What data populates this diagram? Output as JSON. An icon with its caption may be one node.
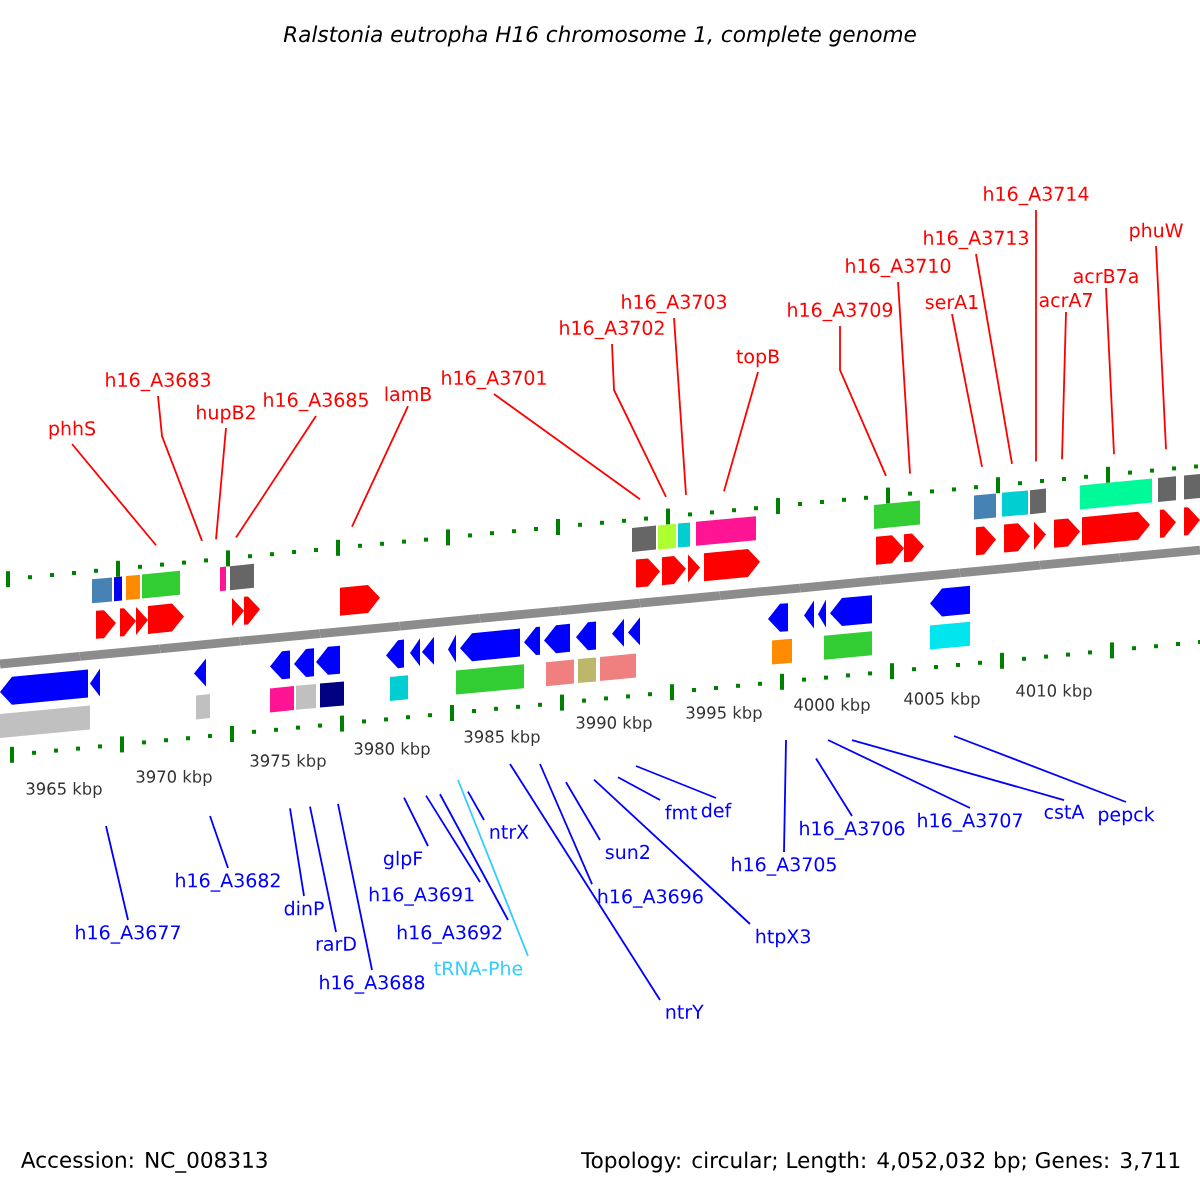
{
  "diagram": {
    "title": "Ralstonia eutropha H16 chromosome 1, complete genome",
    "nodes": [
      {
        "text": [
          "phhS"
        ]
      },
      {
        "text": [
          "h16_A3683"
        ]
      },
      {
        "text": [
          "hupB2"
        ]
      },
      {
        "text": [
          "h16_A3685"
        ]
      },
      {
        "text": [
          "lamB"
        ]
      },
      {
        "text": [
          "h16_A3701"
        ]
      },
      {
        "text": [
          "h16_A3702"
        ]
      },
      {
        "text": [
          "h16_A3703"
        ]
      },
      {
        "text": [
          "topB"
        ]
      },
      {
        "text": [
          "h16_A3709"
        ]
      },
      {
        "text": [
          "h16_A3710"
        ]
      },
      {
        "text": [
          "serA1"
        ]
      },
      {
        "text": [
          "h16_A3713"
        ]
      },
      {
        "text": [
          "h16_A3714"
        ]
      },
      {
        "text": [
          "acrA7"
        ]
      },
      {
        "text": [
          "acrB7a"
        ]
      },
      {
        "text": [
          "phuW"
        ]
      },
      {
        "text": [
          "h16_A3677"
        ]
      },
      {
        "text": [
          "h16_A3682"
        ]
      },
      {
        "text": [
          "dinP"
        ]
      },
      {
        "text": [
          "rarD"
        ]
      },
      {
        "text": [
          "h16_A3688"
        ]
      },
      {
        "text": [
          "glpF"
        ]
      },
      {
        "text": [
          "ntrX"
        ]
      },
      {
        "text": [
          "h16_A3691"
        ]
      },
      {
        "text": [
          "h16_A3692"
        ]
      },
      {
        "text": [
          "tRNA-Phe"
        ]
      },
      {
        "text": [
          "ntrY"
        ]
      },
      {
        "text": [
          "h16_A3696"
        ]
      },
      {
        "text": [
          "sun2"
        ]
      },
      {
        "text": [
          "htpX3"
        ]
      },
      {
        "text": [
          "fmt"
        ]
      },
      {
        "text": [
          "def"
        ]
      },
      {
        "text": [
          "h16_A3705"
        ]
      },
      {
        "text": [
          "h16_A3706"
        ]
      },
      {
        "text": [
          "h16_A3707"
        ]
      },
      {
        "text": [
          "cstA"
        ]
      },
      {
        "text": [
          "pepck"
        ]
      }
    ],
    "edges": [
      {
        "from": 0,
        "to": null,
        "arrow": "none",
        "color": "#ff0000"
      },
      {
        "from": 1,
        "to": null,
        "arrow": "none",
        "color": "#ff0000"
      },
      {
        "from": 2,
        "to": null,
        "arrow": "none",
        "color": "#ff0000"
      },
      {
        "from": 3,
        "to": null,
        "arrow": "none",
        "color": "#ff0000"
      },
      {
        "from": 4,
        "to": null,
        "arrow": "none",
        "color": "#ff0000"
      },
      {
        "from": 5,
        "to": null,
        "arrow": "none",
        "color": "#ff0000"
      },
      {
        "from": 6,
        "to": null,
        "arrow": "none",
        "color": "#ff0000"
      },
      {
        "from": 7,
        "to": null,
        "arrow": "none",
        "color": "#ff0000"
      },
      {
        "from": 8,
        "to": null,
        "arrow": "none",
        "color": "#ff0000"
      },
      {
        "from": 9,
        "to": null,
        "arrow": "none",
        "color": "#ff0000"
      },
      {
        "from": 10,
        "to": null,
        "arrow": "none",
        "color": "#ff0000"
      },
      {
        "from": 11,
        "to": null,
        "arrow": "none",
        "color": "#ff0000"
      },
      {
        "from": 12,
        "to": null,
        "arrow": "none",
        "color": "#ff0000"
      },
      {
        "from": 13,
        "to": null,
        "arrow": "none",
        "color": "#ff0000"
      },
      {
        "from": 14,
        "to": null,
        "arrow": "none",
        "color": "#ff0000"
      },
      {
        "from": 15,
        "to": null,
        "arrow": "none",
        "color": "#ff0000"
      },
      {
        "from": 16,
        "to": null,
        "arrow": "none",
        "color": "#ff0000"
      },
      {
        "from": 17,
        "to": null,
        "arrow": "none"
      },
      {
        "from": 18,
        "to": null,
        "arrow": "none"
      },
      {
        "from": 19,
        "to": null,
        "arrow": "none"
      },
      {
        "from": 20,
        "to": null,
        "arrow": "none"
      },
      {
        "from": 21,
        "to": null,
        "arrow": "none"
      },
      {
        "from": 22,
        "to": null,
        "arrow": "none"
      },
      {
        "from": 23,
        "to": null,
        "arrow": "none"
      },
      {
        "from": 24,
        "to": null,
        "arrow": "none"
      },
      {
        "from": 25,
        "to": null,
        "arrow": "none"
      },
      {
        "from": 26,
        "to": null,
        "arrow": "none",
        "color": "#33ccff"
      },
      {
        "from": 27,
        "to": null,
        "arrow": "none"
      },
      {
        "from": 28,
        "to": null,
        "arrow": "none"
      },
      {
        "from": 29,
        "to": null,
        "arrow": "none"
      },
      {
        "from": 30,
        "to": null,
        "arrow": "none"
      },
      {
        "from": 31,
        "to": null,
        "arrow": "none"
      },
      {
        "from": 32,
        "to": null,
        "arrow": "none"
      },
      {
        "from": 33,
        "to": null,
        "arrow": "none"
      },
      {
        "from": 34,
        "to": null,
        "arrow": "none"
      },
      {
        "from": 35,
        "to": null,
        "arrow": "none"
      },
      {
        "from": 36,
        "to": null,
        "arrow": "none"
      },
      {
        "from": 37,
        "to": null,
        "arrow": "none"
      }
    ],
    "labels": [
      "3965 kbp",
      "3970 kbp",
      "3975 kbp",
      "3980 kbp",
      "3985 kbp",
      "3990 kbp",
      "3995 kbp",
      "4000 kbp",
      "4005 kbp",
      "4010 kbp",
      "Accession: NC_008313",
      "Topology: circular; Length: 4,052,032 bp; Genes: 3,711"
    ]
  }
}
